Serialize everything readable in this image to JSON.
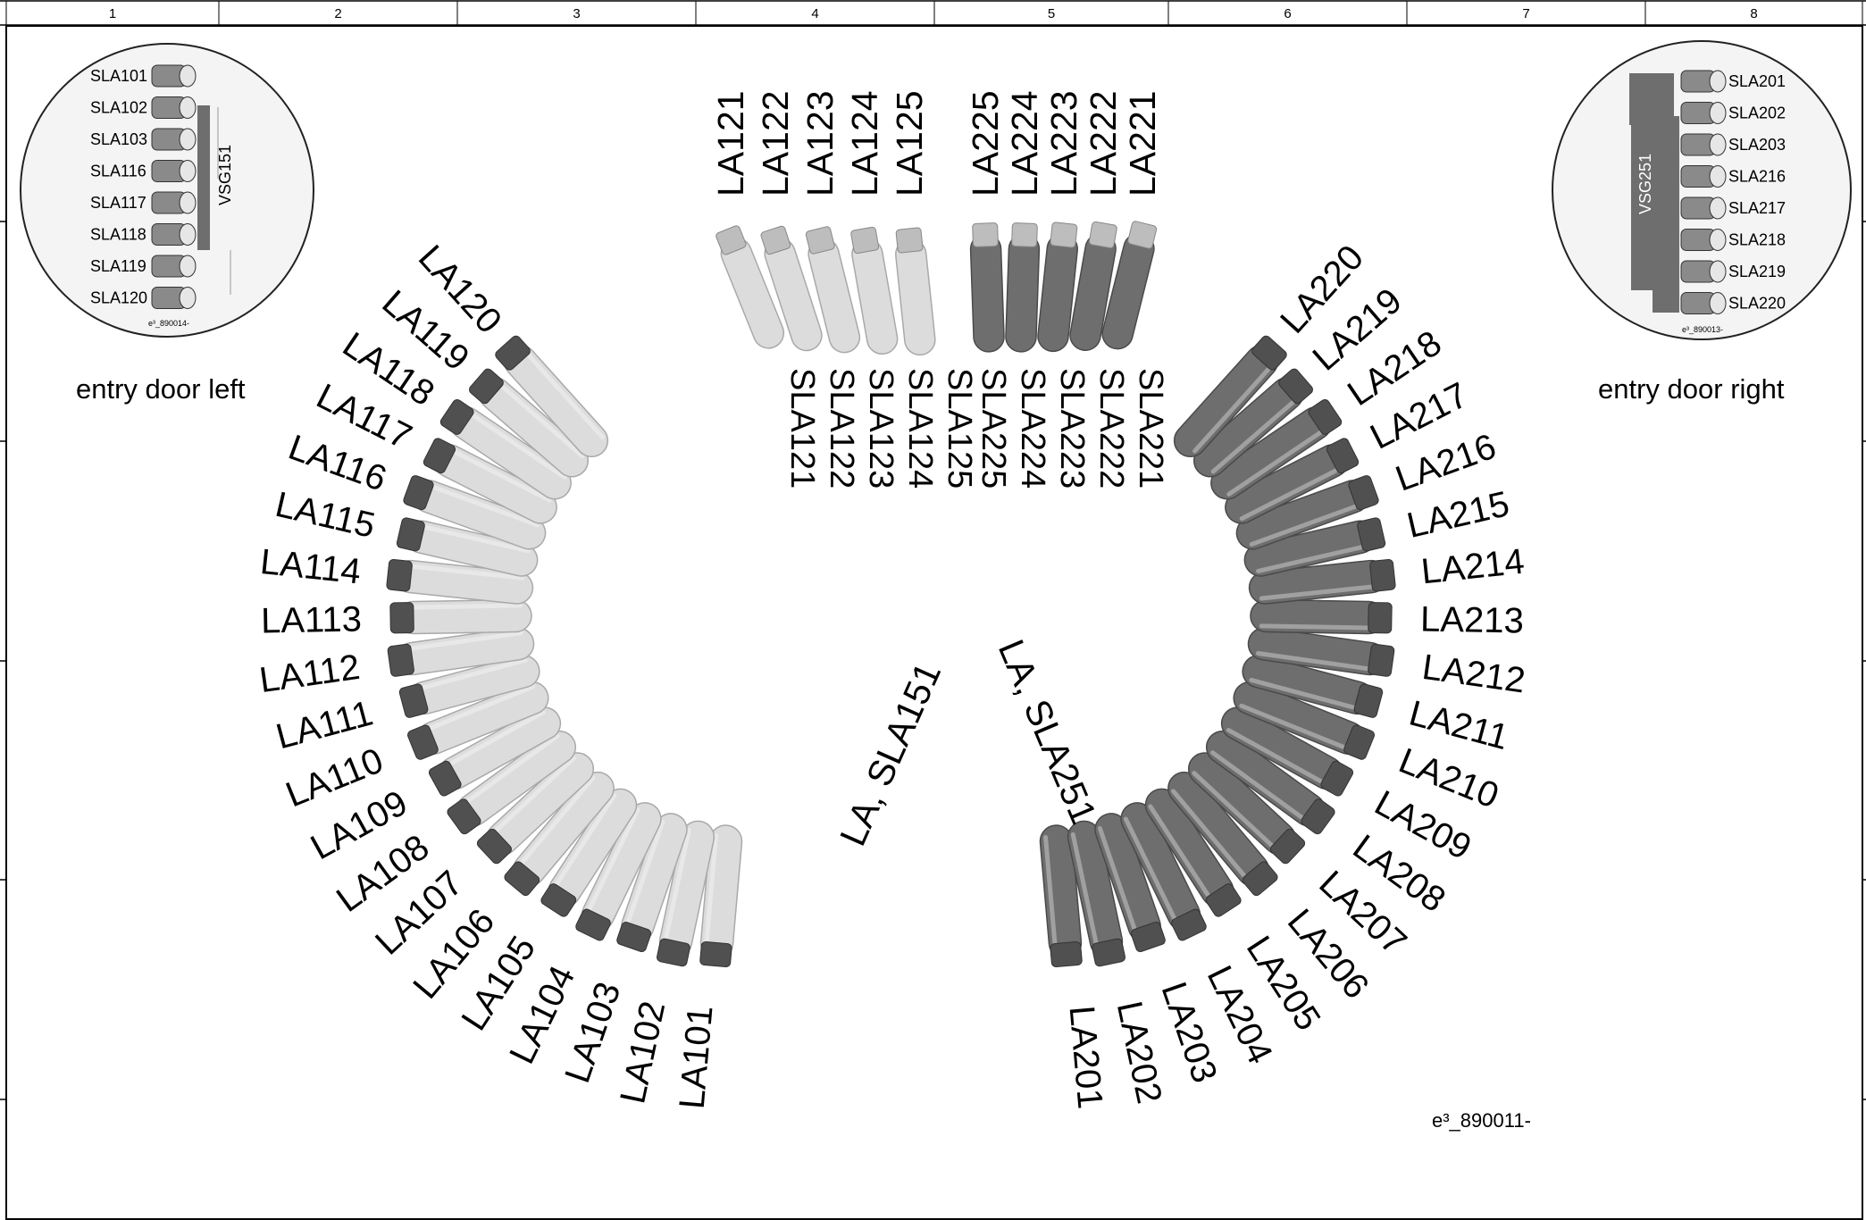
{
  "ruler": {
    "columns": [
      "1",
      "2",
      "3",
      "4",
      "5",
      "6",
      "7",
      "8"
    ]
  },
  "left_door": {
    "slots": [
      "SLA101",
      "SLA102",
      "SLA103",
      "SLA116",
      "SLA117",
      "SLA118",
      "SLA119",
      "SLA120"
    ],
    "block_label": "VSG151",
    "ref": "e³_890014-",
    "caption": "entry door left"
  },
  "right_door": {
    "slots": [
      "SLA201",
      "SLA202",
      "SLA203",
      "SLA216",
      "SLA217",
      "SLA218",
      "SLA219",
      "SLA220"
    ],
    "block_label": "VSG251",
    "ref": "e³_890013-",
    "caption": "entry door right"
  },
  "top_labels_left": [
    "LA121",
    "LA122",
    "LA123",
    "LA124",
    "LA125"
  ],
  "top_labels_right": [
    "LA225",
    "LA224",
    "LA223",
    "LA222",
    "LA221"
  ],
  "inner_labels_left": [
    "SLA121",
    "SLA122",
    "SLA123",
    "SLA124",
    "SLA125"
  ],
  "inner_labels_right": [
    "SLA225",
    "SLA224",
    "SLA223",
    "SLA222",
    "SLA221"
  ],
  "left_arc_labels": [
    "LA101",
    "LA102",
    "LA103",
    "LA104",
    "LA105",
    "LA106",
    "LA107",
    "LA108",
    "LA109",
    "LA110",
    "LA111",
    "LA112",
    "LA113",
    "LA114",
    "LA115",
    "LA116",
    "LA117",
    "LA118",
    "LA119",
    "LA120"
  ],
  "right_arc_labels": [
    "LA201",
    "LA202",
    "LA203",
    "LA204",
    "LA205",
    "LA206",
    "LA207",
    "LA208",
    "LA209",
    "LA210",
    "LA211",
    "LA212",
    "LA213",
    "LA214",
    "LA215",
    "LA216",
    "LA217",
    "LA218",
    "LA219",
    "LA220"
  ],
  "group_label_left": "LA, SLA151",
  "group_label_right": "LA, SLA251",
  "doc_ref": "e³_890011-",
  "colors": {
    "light_body": "#dcdcdc",
    "light_edge": "#a9a9a9",
    "dark_body": "#6e6e6e",
    "dark_edge": "#4a4a4a",
    "cap": "#505050",
    "frame": "#000000"
  }
}
